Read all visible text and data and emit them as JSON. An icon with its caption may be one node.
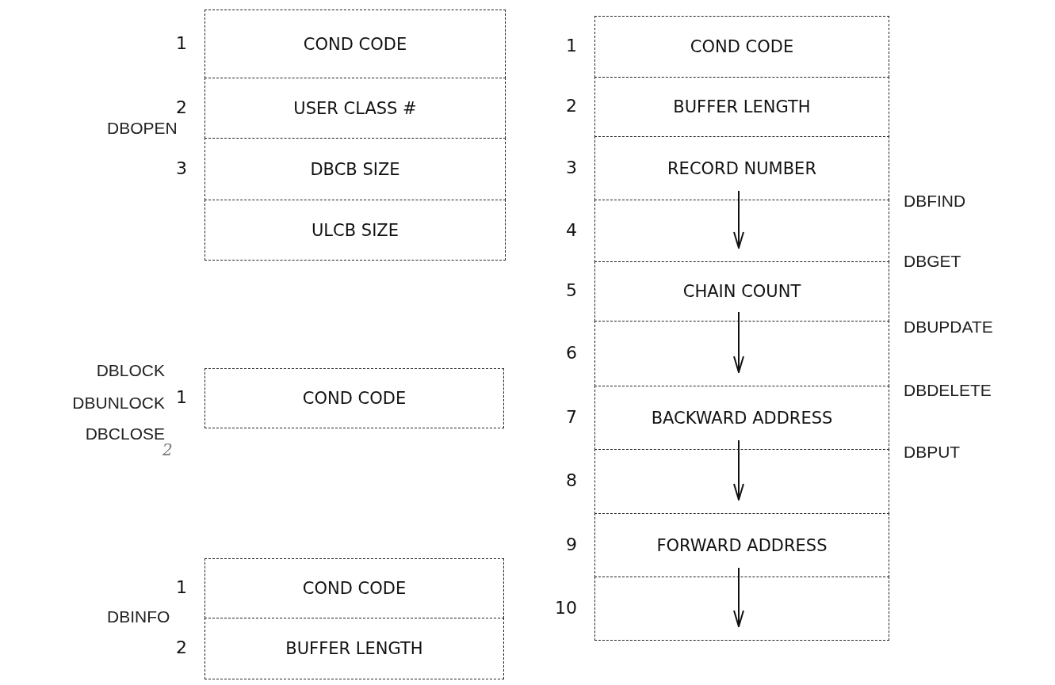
{
  "diagram": {
    "nodes": [
      {
        "text": [
          "COND CODE"
        ],
        "beside": [
          "1"
        ]
      },
      {
        "text": [
          "USER CLASS #"
        ],
        "beside": [
          "2"
        ]
      },
      {
        "text": [
          "DBCB SIZE"
        ],
        "beside": [
          "3"
        ]
      },
      {
        "text": [
          "ULCB SIZE"
        ]
      },
      {
        "text": [
          "COND CODE"
        ],
        "beside": [
          "1"
        ]
      },
      {
        "text": [
          "COND CODE"
        ],
        "beside": [
          "1"
        ]
      },
      {
        "text": [
          "BUFFER LENGTH"
        ],
        "beside": [
          "2"
        ]
      },
      {
        "text": [
          "COND CODE"
        ],
        "beside": [
          "1"
        ]
      },
      {
        "text": [
          "BUFFER LENGTH"
        ],
        "beside": [
          "2"
        ]
      },
      {
        "text": [
          "RECORD NUMBER"
        ],
        "beside": [
          "3"
        ]
      },
      {
        "text": [],
        "shape": "box",
        "beside": [
          "4"
        ]
      },
      {
        "text": [
          "CHAIN COUNT"
        ],
        "beside": [
          "5"
        ]
      },
      {
        "text": [],
        "shape": "box",
        "beside": [
          "6"
        ]
      },
      {
        "text": [
          "BACKWARD ADDRESS"
        ],
        "beside": [
          "7"
        ]
      },
      {
        "text": [],
        "shape": "box",
        "beside": [
          "8"
        ]
      },
      {
        "text": [
          "FORWARD ADDRESS"
        ],
        "beside": [
          "9"
        ]
      },
      {
        "text": [],
        "shape": "box",
        "beside": [
          "10"
        ]
      }
    ],
    "edges": [
      {
        "from": 9,
        "to": 10,
        "arrow": "to"
      },
      {
        "from": 11,
        "to": 12,
        "arrow": "to"
      },
      {
        "from": 13,
        "to": 14,
        "arrow": "to"
      },
      {
        "from": 15,
        "to": 16,
        "arrow": "to"
      }
    ],
    "labels": [
      "DBOPEN",
      "DBLOCK",
      "DBUNLOCK",
      "DBCLOSE",
      "2",
      "DBINFO",
      "DBFIND",
      "DBGET",
      "DBUPDATE",
      "DBDELETE",
      "DBPUT"
    ]
  }
}
